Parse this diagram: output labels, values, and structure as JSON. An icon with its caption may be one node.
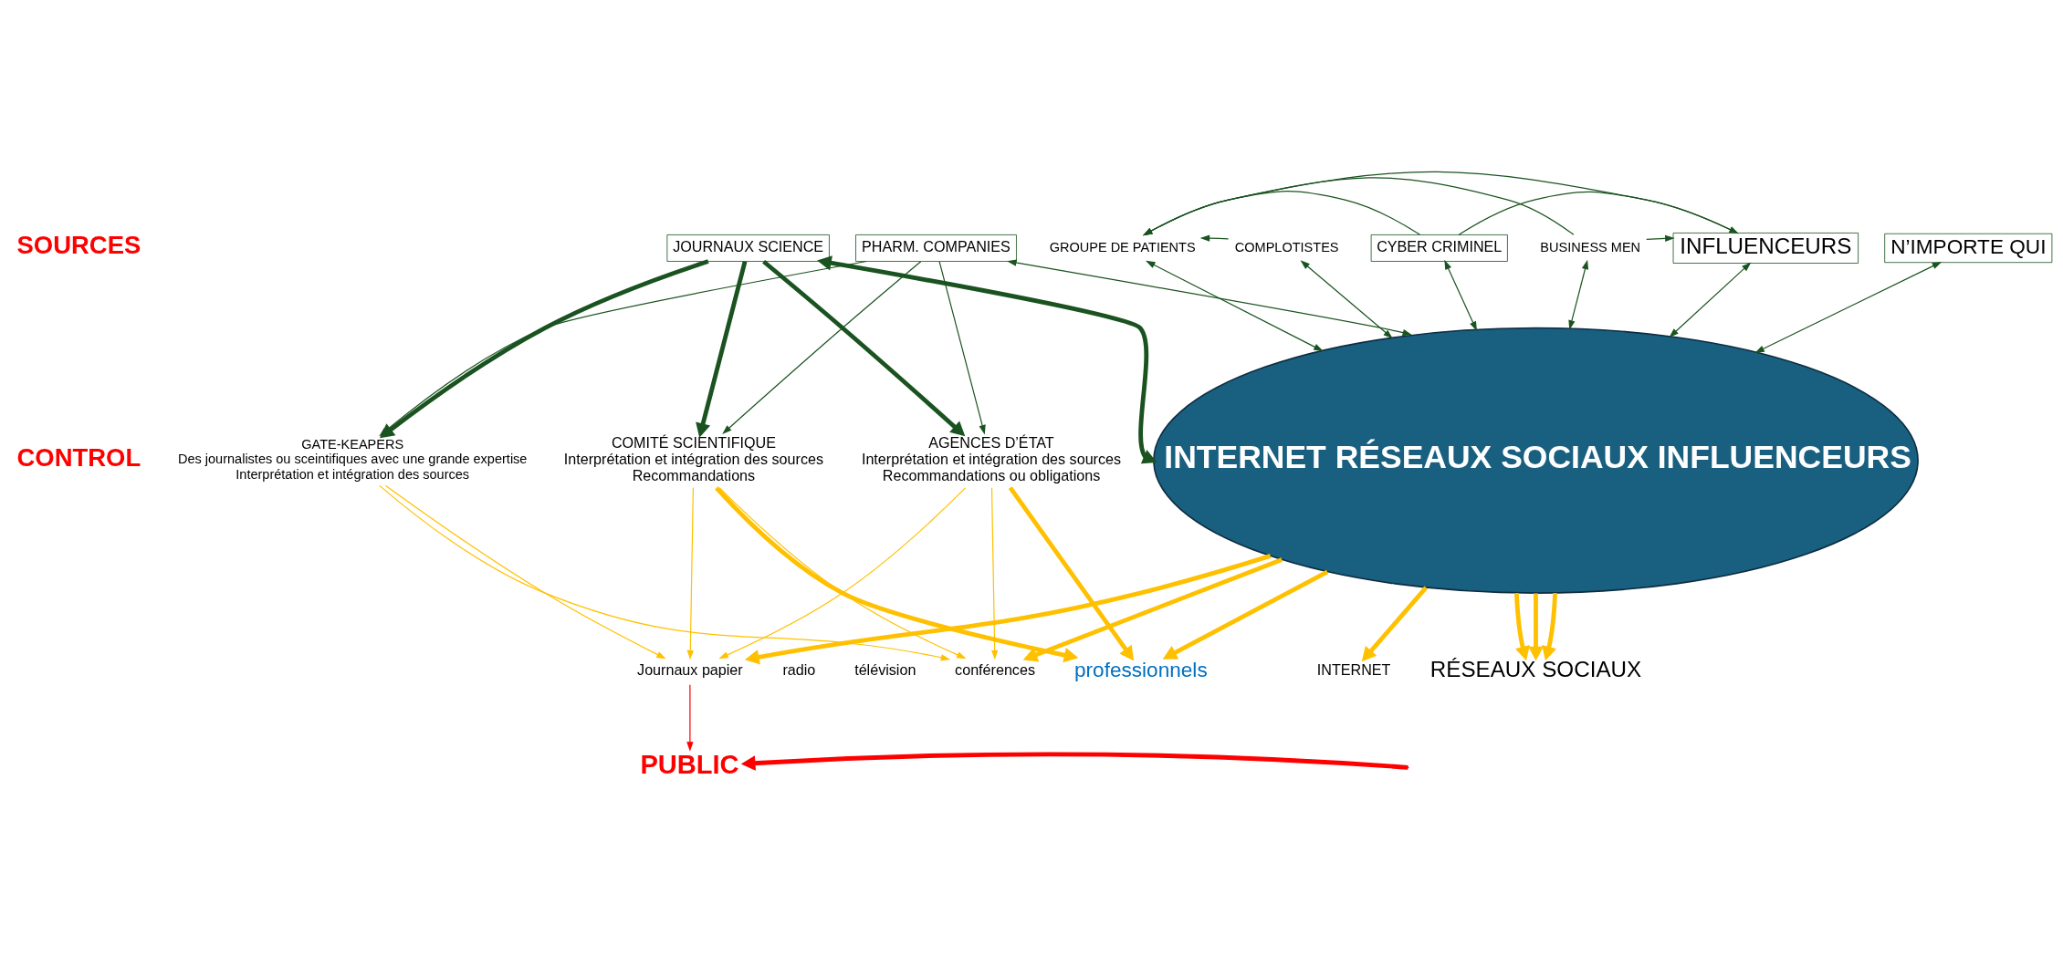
{
  "diagram": {
    "nodes": [
      {
        "text": [
          "JOURNAUX SCIENCE"
        ]
      },
      {
        "text": [
          "PHARM. COMPANIES"
        ]
      },
      {
        "text": [
          "GROUPE DE PATIENTS"
        ]
      },
      {
        "text": [
          "COMPLOTISTES"
        ]
      },
      {
        "text": [
          "CYBER CRIMINEL"
        ]
      },
      {
        "text": [
          "BUSINESS MEN"
        ]
      },
      {
        "text": [
          "INFLUENCEURS"
        ]
      },
      {
        "text": [
          "N’IMPORTE QUI"
        ]
      },
      {
        "text": [
          "INTERNET RÉSEAUX SOCIAUX INFLUENCEURS"
        ]
      },
      {
        "text": [
          "GATE-KEAPERS",
          "Des journalistes ou sceintifiques avec une grande expertise",
          "Interprétation et intégration des sources"
        ]
      },
      {
        "text": [
          "COMITÉ SCIENTIFIQUE",
          "Interprétation et intégration des sources",
          "Recommandations"
        ]
      },
      {
        "text": [
          "AGENCES D’ÉTAT",
          "Interprétation et intégration des sources",
          "Recommandations ou obligations"
        ]
      },
      {
        "text": [
          "Journaux papier"
        ]
      },
      {
        "text": [
          "radio"
        ]
      },
      {
        "text": [
          "télévision"
        ]
      },
      {
        "text": [
          "conférences"
        ]
      },
      {
        "text": [
          "professionnels"
        ]
      },
      {
        "text": [
          "INTERNET"
        ]
      },
      {
        "text": [
          "RÉSEAUX SOCIAUX"
        ]
      },
      {
        "text": [
          "PUBLIC"
        ]
      }
    ],
    "edges": [
      {
        "from": 0,
        "to": 9,
        "arrow": "to",
        "style": "thick"
      },
      {
        "from": 0,
        "to": 10,
        "arrow": "to",
        "style": "thick"
      },
      {
        "from": 0,
        "to": 11,
        "arrow": "to",
        "style": "thick"
      },
      {
        "from": 0,
        "to": 8,
        "arrow": "both",
        "style": "thick"
      },
      {
        "from": 1,
        "to": 9,
        "arrow": "to"
      },
      {
        "from": 1,
        "to": 10,
        "arrow": "to"
      },
      {
        "from": 1,
        "to": 11,
        "arrow": "to"
      },
      {
        "from": 1,
        "to": 8,
        "arrow": "both"
      },
      {
        "from": 2,
        "to": 8,
        "arrow": "both"
      },
      {
        "from": 3,
        "to": 8,
        "arrow": "both"
      },
      {
        "from": 4,
        "to": 8,
        "arrow": "both"
      },
      {
        "from": 5,
        "to": 8,
        "arrow": "both"
      },
      {
        "from": 6,
        "to": 8,
        "arrow": "both"
      },
      {
        "from": 7,
        "to": 8,
        "arrow": "both"
      },
      {
        "from": 3,
        "to": 2,
        "arrow": "to"
      },
      {
        "from": 4,
        "to": 2,
        "arrow": "to"
      },
      {
        "from": 5,
        "to": 2,
        "arrow": "to"
      },
      {
        "from": 6,
        "to": 2,
        "arrow": "to"
      },
      {
        "from": 4,
        "to": 6,
        "arrow": "to"
      },
      {
        "from": 5,
        "to": 6,
        "arrow": "to"
      },
      {
        "from": 9,
        "to": 12,
        "arrow": "to",
        "color": "#ffc000"
      },
      {
        "from": 9,
        "to": 15,
        "arrow": "to",
        "color": "#ffc000"
      },
      {
        "from": 10,
        "to": 12,
        "arrow": "to",
        "color": "#ffc000"
      },
      {
        "from": 10,
        "to": 15,
        "arrow": "to",
        "color": "#ffc000"
      },
      {
        "from": 11,
        "to": 12,
        "arrow": "to",
        "color": "#ffc000"
      },
      {
        "from": 11,
        "to": 15,
        "arrow": "to",
        "color": "#ffc000"
      },
      {
        "from": 8,
        "to": 12,
        "arrow": "to",
        "style": "thick",
        "color": "#ffc000"
      },
      {
        "from": 8,
        "to": 15,
        "arrow": "to",
        "style": "thick",
        "color": "#ffc000"
      },
      {
        "from": 10,
        "to": 16,
        "arrow": "to",
        "style": "thick",
        "color": "#ffc000"
      },
      {
        "from": 11,
        "to": 16,
        "arrow": "to",
        "style": "thick",
        "color": "#ffc000"
      },
      {
        "from": 8,
        "to": 16,
        "arrow": "to",
        "style": "thick",
        "color": "#ffc000"
      },
      {
        "from": 8,
        "to": 17,
        "arrow": "to",
        "style": "thick",
        "color": "#ffc000"
      },
      {
        "from": 8,
        "to": 18,
        "arrow": "to",
        "style": "thick",
        "color": "#ffc000"
      },
      {
        "from": 8,
        "to": 18,
        "arrow": "to",
        "style": "thick",
        "color": "#ffc000"
      },
      {
        "from": 8,
        "to": 18,
        "arrow": "to",
        "style": "thick",
        "color": "#ffc000"
      },
      {
        "from": 12,
        "to": 19,
        "arrow": "to",
        "color": "#ff0000"
      },
      {
        "from": null,
        "to": 19,
        "arrow": "to",
        "style": "thick",
        "color": "#ff0000"
      }
    ],
    "labels": [
      "SOURCES",
      "CONTROL"
    ]
  }
}
